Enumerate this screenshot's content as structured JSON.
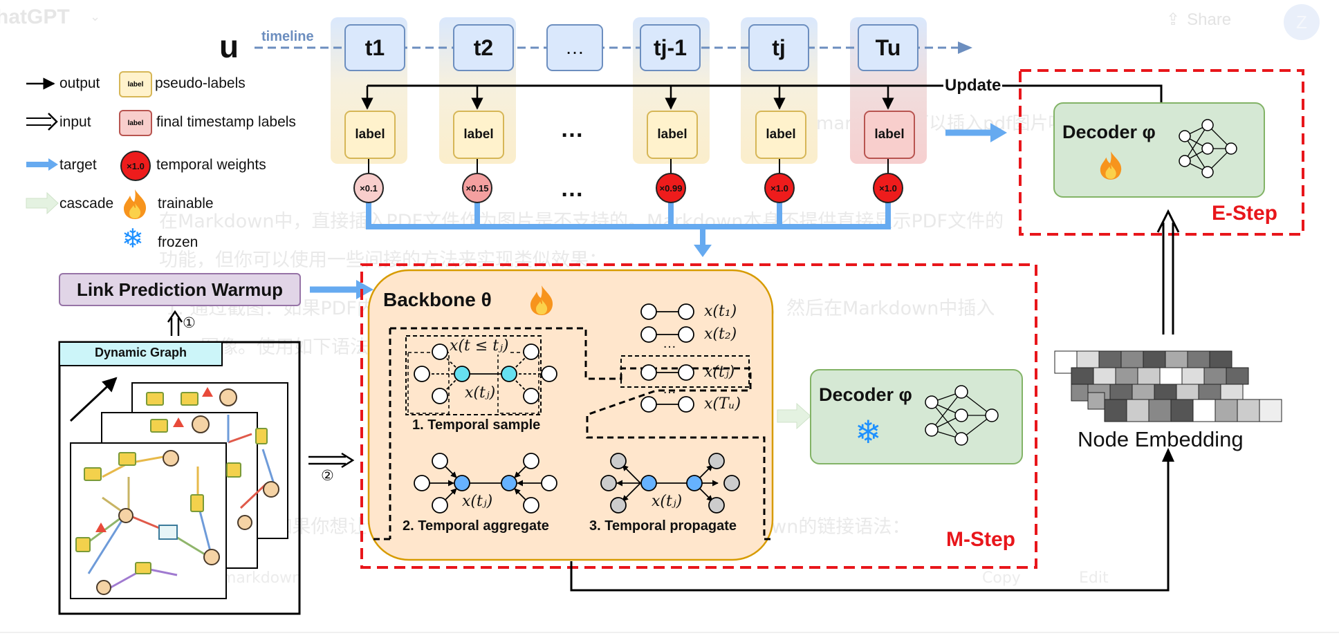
{
  "background_ui": {
    "app_title": "hatGPT",
    "share_label": "Share",
    "avatar_initial": "Z",
    "ghost_lines": [
      "markdown可以插入pdf图片吗",
      "在Markdown中，直接插入PDF文件作为图片是不支持的。Markdown本身不提供直接显示PDF文件的",
      "功能，但你可以使用一些间接的方法来实现类似效果：",
      "1. 通过截图：如果PDF内容是一页或需要展示，你可以先截取该页的图像，然后在Markdown中插入",
      "图像。使用如下语法：",
      "2. 链接：如果你想让读者能够查看或下载PDF文件，可以使用Markdown的链接语法：",
      "markdown",
      "Copy",
      "Edit"
    ]
  },
  "diagram": {
    "user_label": "u",
    "timeline_label": "timeline",
    "time_nodes": [
      "t1",
      "t2",
      "…",
      "tj-1",
      "tj",
      "Tu"
    ],
    "update_label": "Update",
    "label_box_text": "label",
    "ellipsis": "…",
    "weights": [
      "×0.1",
      "×0.15",
      "×0.99",
      "×1.0",
      "×1.0"
    ],
    "legend": {
      "output": "output",
      "input": "input",
      "target": "target",
      "cascade": "cascade",
      "pseudo_labels": "pseudo-labels",
      "final_labels": "final timestamp labels",
      "temporal_weights": "temporal weights",
      "weight_example": "×1.0",
      "trainable": "trainable",
      "frozen": "frozen",
      "mini_label": "label"
    },
    "warmup_label": "Link Prediction Warmup",
    "step_markers": [
      "①",
      "②"
    ],
    "dynamic_graph_label": "Dynamic Graph",
    "backbone_title": "Backbone θ",
    "decoder_label": "Decoder φ",
    "temporal_sample_label": "1. Temporal sample",
    "temporal_aggregate_label": "2. Temporal aggregate",
    "temporal_propagate_label": "3. Temporal propagate",
    "node_embedding_label": "Node Embedding",
    "e_step_label": "E-Step",
    "m_step_label": "M-Step",
    "math_labels": {
      "x_t1": "x(t₁)",
      "x_t2": "x(t₂)",
      "x_tj": "x(tⱼ)",
      "x_Tu": "x(Tᵤ)",
      "x_t_le_tj": "x(t ≤ tⱼ)",
      "dots": "…"
    },
    "colors": {
      "blue_fill": "#dae8fc",
      "blue_stroke": "#6c8ebf",
      "yellow_fill": "#fff2cc",
      "yellow_stroke": "#d6b656",
      "red_fill": "#f8cecc",
      "red_stroke": "#b85450",
      "green_fill": "#d5e8d4",
      "green_stroke": "#82b366",
      "purple_fill": "#e1d5e7",
      "purple_stroke": "#9673a6",
      "orange_fill": "#ffe6cc",
      "orange_stroke": "#d79b00",
      "step_red": "#e8161b",
      "arrow_blue": "#66aaf0",
      "node_blue": "#66b2ff",
      "node_cyan": "#66e0f0"
    }
  }
}
